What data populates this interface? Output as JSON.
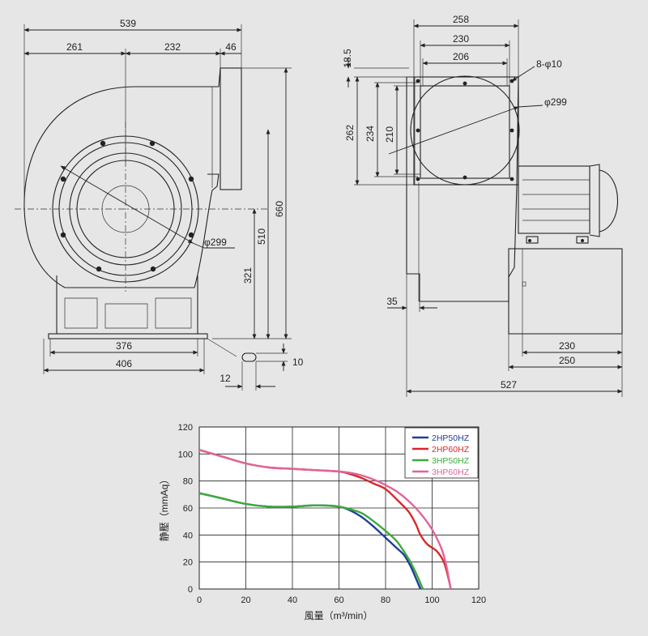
{
  "front_view": {
    "dims": {
      "overall_width": "539",
      "inlet_side": "261",
      "outlet_side": "232",
      "flange": "46",
      "total_height": "660",
      "center_height": "510",
      "base_to_axis": "321",
      "base_outer": "406",
      "base_inner": "376",
      "slot_width": "12",
      "slot_height": "10",
      "inlet_diameter": "φ299"
    }
  },
  "side_view": {
    "dims": {
      "flange_outer": "258",
      "flange_mid": "230",
      "flange_inner": "206",
      "top_offset": "18.5",
      "hole_spec": "8-φ10",
      "outlet_diameter": "φ299",
      "height_outer": "262",
      "height_mid": "234",
      "height_inner": "210",
      "foot_offset": "35",
      "motor_base_inner": "230",
      "motor_base_outer": "250",
      "overall_depth": "527"
    }
  },
  "performance_chart": {
    "ylabel": "静壓（mmAq）",
    "xlabel": "風量（m³/min）"
  },
  "chart_data": {
    "type": "line",
    "xlabel": "風量（m³/min）",
    "ylabel": "静壓（mmAq）",
    "xlim": [
      0,
      120
    ],
    "ylim": [
      0,
      120
    ],
    "x_ticks": [
      "0",
      "20",
      "40",
      "60",
      "80",
      "100",
      "120"
    ],
    "y_ticks": [
      "0",
      "20",
      "40",
      "60",
      "80",
      "100",
      "120"
    ],
    "grid": true,
    "legend_position": "top-right",
    "series": [
      {
        "name": "2HP50HZ",
        "color": "#1f3f9a",
        "points": [
          [
            0,
            71
          ],
          [
            10,
            67
          ],
          [
            20,
            63
          ],
          [
            30,
            61
          ],
          [
            40,
            61
          ],
          [
            50,
            62
          ],
          [
            60,
            61
          ],
          [
            65,
            58
          ],
          [
            70,
            53
          ],
          [
            75,
            46
          ],
          [
            80,
            38
          ],
          [
            85,
            30
          ],
          [
            88,
            25
          ],
          [
            91,
            16
          ],
          [
            93,
            8
          ],
          [
            95,
            0
          ]
        ]
      },
      {
        "name": "2HP60HZ",
        "color": "#d8282b",
        "points": [
          [
            0,
            103
          ],
          [
            10,
            98
          ],
          [
            20,
            93
          ],
          [
            30,
            90
          ],
          [
            40,
            89
          ],
          [
            50,
            88
          ],
          [
            60,
            87
          ],
          [
            65,
            85
          ],
          [
            70,
            82
          ],
          [
            75,
            78
          ],
          [
            80,
            74
          ],
          [
            85,
            66
          ],
          [
            90,
            57
          ],
          [
            93,
            48
          ],
          [
            95,
            40
          ],
          [
            98,
            33
          ],
          [
            102,
            28
          ],
          [
            105,
            20
          ],
          [
            107,
            8
          ],
          [
            108,
            0
          ]
        ]
      },
      {
        "name": "3HP50HZ",
        "color": "#3daa3a",
        "points": [
          [
            0,
            71
          ],
          [
            10,
            67
          ],
          [
            20,
            63
          ],
          [
            30,
            61
          ],
          [
            40,
            61
          ],
          [
            50,
            62
          ],
          [
            60,
            61
          ],
          [
            65,
            59
          ],
          [
            70,
            56
          ],
          [
            75,
            50
          ],
          [
            80,
            43
          ],
          [
            85,
            35
          ],
          [
            90,
            22
          ],
          [
            93,
            12
          ],
          [
            96,
            0
          ]
        ]
      },
      {
        "name": "3HP60HZ",
        "color": "#e0649a",
        "points": [
          [
            0,
            103
          ],
          [
            10,
            98
          ],
          [
            20,
            93
          ],
          [
            30,
            90
          ],
          [
            40,
            89
          ],
          [
            50,
            88
          ],
          [
            60,
            87
          ],
          [
            65,
            86
          ],
          [
            70,
            84
          ],
          [
            75,
            81
          ],
          [
            80,
            77
          ],
          [
            85,
            72
          ],
          [
            90,
            65
          ],
          [
            95,
            56
          ],
          [
            100,
            44
          ],
          [
            104,
            30
          ],
          [
            106,
            18
          ],
          [
            108,
            0
          ]
        ]
      }
    ]
  }
}
